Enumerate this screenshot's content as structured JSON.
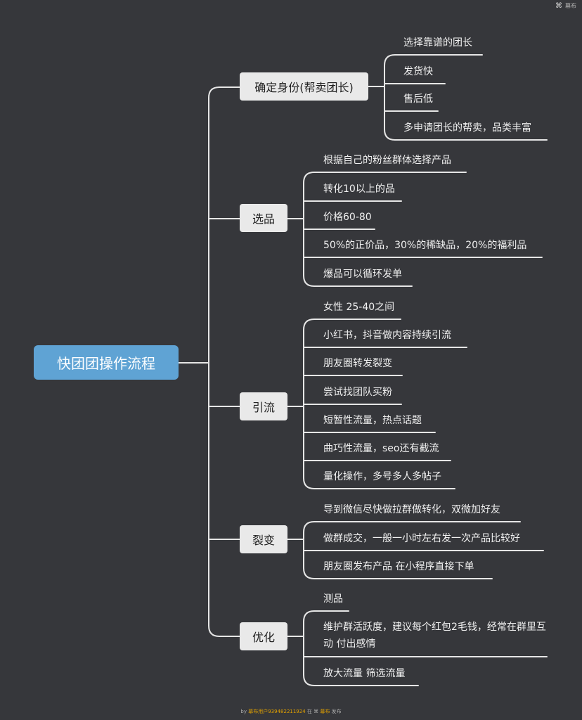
{
  "brand": {
    "logo_icon": "mubu-logo-icon",
    "label": "幕布"
  },
  "root": {
    "label": "快团团操作流程",
    "color": "#5fa3d4"
  },
  "branches": [
    {
      "label": "确定身份(帮卖团长)",
      "items": [
        "选择靠谱的团长",
        "发货快",
        "售后低",
        "多申请团长的帮卖，品类丰富"
      ]
    },
    {
      "label": "选品",
      "items": [
        "根据自己的粉丝群体选择产品",
        "转化10以上的品",
        "价格60-80",
        "50%的正价品，30%的稀缺品，20%的福利品",
        "爆品可以循环发单"
      ]
    },
    {
      "label": "引流",
      "items": [
        "女性  25-40之间",
        "小红书，抖音做内容持续引流",
        "朋友圈转发裂变",
        "尝试找团队买粉",
        "短暂性流量，热点话题",
        "曲巧性流量，seo还有截流",
        "量化操作，多号多人多帖子"
      ]
    },
    {
      "label": "裂变",
      "items": [
        "导到微信尽快做拉群做转化，双微加好友",
        "做群成交，一般一小时左右发一次产品比较好",
        "朋友圈发布产品  在小程序直接下单"
      ]
    },
    {
      "label": "优化",
      "items": [
        "测品",
        "维护群活跃度，建议每个红包2毛钱，经常在群里互动  付出感情",
        "放大流量  筛选流量"
      ]
    }
  ],
  "footer": {
    "by": "by",
    "user": "幕布用户939482211924",
    "mid": "在",
    "logo_icon": "mubu-logo-icon",
    "brand": "幕布",
    "action": "发布"
  },
  "colors": {
    "background": "#36373b",
    "line": "#e8e8e8",
    "branch_bg": "#e9e9e9"
  }
}
